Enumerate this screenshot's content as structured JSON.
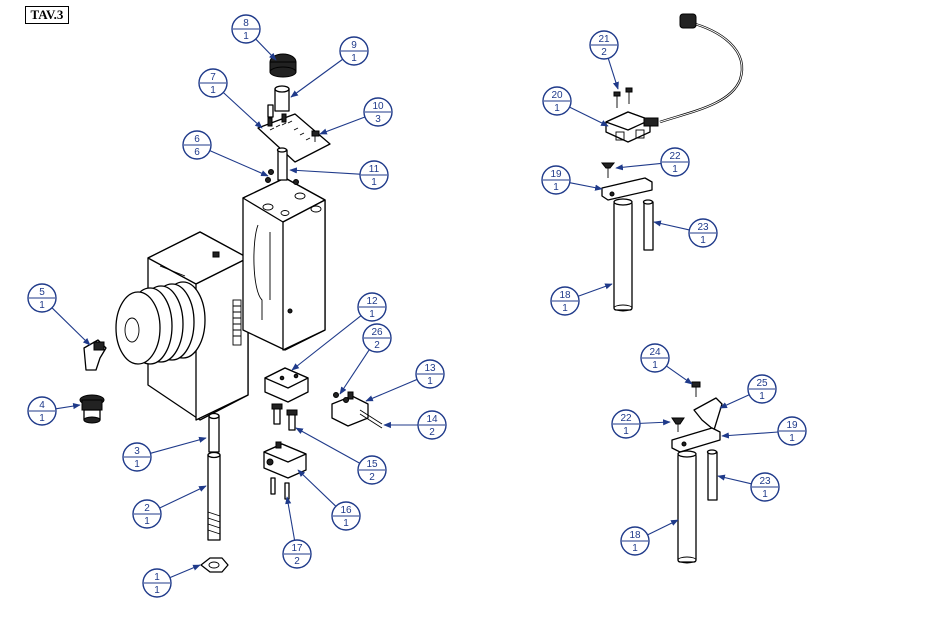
{
  "sheet": {
    "title": "TAV.3"
  },
  "colors": {
    "callout": "#1f3a8a",
    "line": "#000000",
    "background": "#ffffff"
  },
  "callouts": [
    {
      "id": "c8",
      "part": "8",
      "qty": "1",
      "arrow": "part-8"
    },
    {
      "id": "c9",
      "part": "9",
      "qty": "1",
      "arrow": "part-9"
    },
    {
      "id": "c7",
      "part": "7",
      "qty": "1",
      "arrow": "part-7"
    },
    {
      "id": "c10",
      "part": "10",
      "qty": "3",
      "arrow": "part-10"
    },
    {
      "id": "c6",
      "part": "6",
      "qty": "6",
      "arrow": "part-6"
    },
    {
      "id": "c11",
      "part": "11",
      "qty": "1",
      "arrow": "part-11"
    },
    {
      "id": "c5",
      "part": "5",
      "qty": "1",
      "arrow": "part-5"
    },
    {
      "id": "c4",
      "part": "4",
      "qty": "1",
      "arrow": "part-4"
    },
    {
      "id": "c12",
      "part": "12",
      "qty": "1",
      "arrow": "part-12"
    },
    {
      "id": "c26",
      "part": "26",
      "qty": "2",
      "arrow": "part-26"
    },
    {
      "id": "c13",
      "part": "13",
      "qty": "1",
      "arrow": "part-13"
    },
    {
      "id": "c14",
      "part": "14",
      "qty": "2",
      "arrow": "part-14"
    },
    {
      "id": "c15",
      "part": "15",
      "qty": "2",
      "arrow": "part-15"
    },
    {
      "id": "c3",
      "part": "3",
      "qty": "1",
      "arrow": "part-3"
    },
    {
      "id": "c2",
      "part": "2",
      "qty": "1",
      "arrow": "part-2"
    },
    {
      "id": "c16",
      "part": "16",
      "qty": "1",
      "arrow": "part-16"
    },
    {
      "id": "c17",
      "part": "17",
      "qty": "2",
      "arrow": "part-17"
    },
    {
      "id": "c1",
      "part": "1",
      "qty": "1",
      "arrow": "part-1"
    },
    {
      "id": "c21",
      "part": "21",
      "qty": "2",
      "arrow": "part-21"
    },
    {
      "id": "c20",
      "part": "20",
      "qty": "1",
      "arrow": "part-20"
    },
    {
      "id": "c22a",
      "part": "22",
      "qty": "1",
      "arrow": "part-22a"
    },
    {
      "id": "c19a",
      "part": "19",
      "qty": "1",
      "arrow": "part-19a"
    },
    {
      "id": "c23a",
      "part": "23",
      "qty": "1",
      "arrow": "part-23a"
    },
    {
      "id": "c18a",
      "part": "18",
      "qty": "1",
      "arrow": "part-18a"
    },
    {
      "id": "c24",
      "part": "24",
      "qty": "1",
      "arrow": "part-24"
    },
    {
      "id": "c25",
      "part": "25",
      "qty": "1",
      "arrow": "part-25"
    },
    {
      "id": "c22b",
      "part": "22",
      "qty": "1",
      "arrow": "part-22b"
    },
    {
      "id": "c19b",
      "part": "19",
      "qty": "1",
      "arrow": "part-19b"
    },
    {
      "id": "c23b",
      "part": "23",
      "qty": "1",
      "arrow": "part-23b"
    },
    {
      "id": "c18b",
      "part": "18",
      "qty": "1",
      "arrow": "part-18b"
    }
  ]
}
